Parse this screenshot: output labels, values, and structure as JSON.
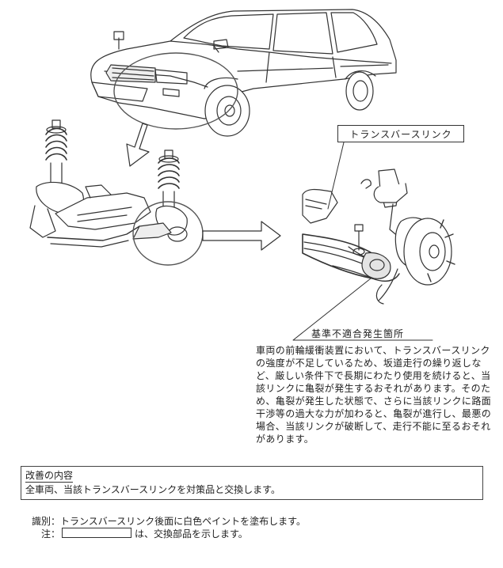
{
  "callout": {
    "label": "トランスバースリンク"
  },
  "defect": {
    "title": "基準不適合発生箇所",
    "description": "車両の前輪緩衝装置において、トランスバースリンクの強度が不足しているため、坂道走行の繰り返しなど、厳しい条件下で長期にわたり使用を続けると、当該リンクに亀裂が発生するおそれがあります。そのため、亀裂が発生した状態で、さらに当該リンクに路面干渉等の過大な力が加わると、亀裂が進行し、最悪の場合、当該リンクが破断して、走行不能に至るおそれがあります。"
  },
  "improvement": {
    "title": "改善の内容",
    "content": "全車両、当該トランスバースリンクを対策品と交換します。"
  },
  "notes": {
    "id_label": "識別：",
    "id_text": "トランスバースリンク後面に白色ペイントを塗布します。",
    "note_label": "注：",
    "note_text": "は、交換部品を示します。"
  }
}
